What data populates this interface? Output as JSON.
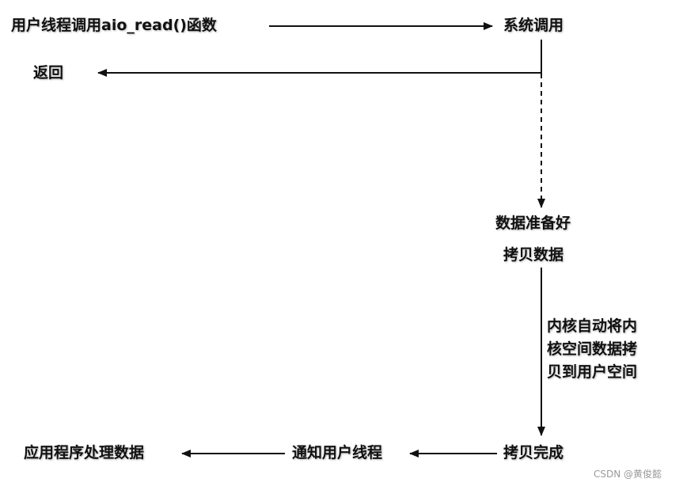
{
  "nodes": {
    "call": "用户线程调用aio_read()函数",
    "syscall": "系统调用",
    "return": "返回",
    "data_ready": "数据准备好",
    "copy_data": "拷贝数据",
    "copy_note": [
      "内核自动将内",
      "核空间数据拷",
      "贝到用户空间"
    ],
    "copy_done": "拷贝完成",
    "notify": "通知用户线程",
    "process": "应用程序处理数据"
  },
  "watermark": "CSDN @黄俊懿",
  "colors": {
    "stroke": "#111111",
    "text": "#111111",
    "watermark": "#9a9a9a"
  }
}
